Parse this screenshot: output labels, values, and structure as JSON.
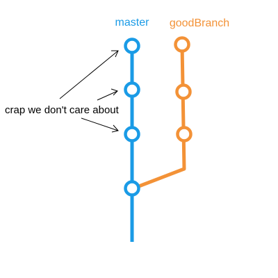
{
  "branches": {
    "master": {
      "label": "master",
      "color": "#1a9be6"
    },
    "good": {
      "label": "goodBranch",
      "color": "#f39237"
    }
  },
  "annotation": {
    "text": "crap we don't care about",
    "color": "#000000"
  },
  "commits": {
    "master_count": 4,
    "good_branch_count": 3
  }
}
